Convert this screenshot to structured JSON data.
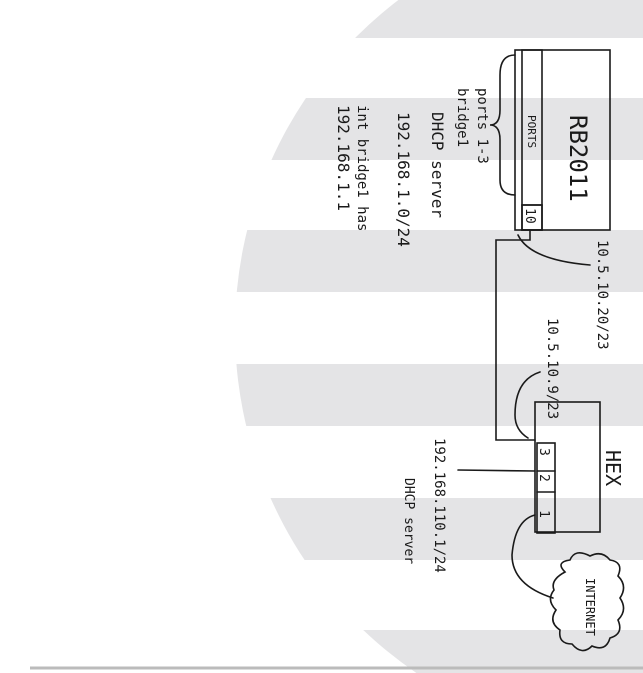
{
  "router_a": {
    "name": "RB2011",
    "ports_label": "PORTS",
    "port": "10"
  },
  "router_a_notes": [
    "ports 1-3",
    "bridge1",
    "DHCP server",
    "192.168.1.0/24",
    "int bridge1 has",
    "192.168.1.1"
  ],
  "link": {
    "router_a_ip": "10.5.10.20/23",
    "router_b_ip": "10.5.10.9/23"
  },
  "router_b": {
    "name": "HEX",
    "ports": [
      "3",
      "2",
      "1"
    ]
  },
  "router_b_notes": [
    "192.168.110.1/24",
    "DHCP server"
  ],
  "cloud": {
    "label": "INTERNET"
  },
  "colors": {
    "stripe": "#e4e4e6",
    "ink": "#1a1a1a"
  }
}
